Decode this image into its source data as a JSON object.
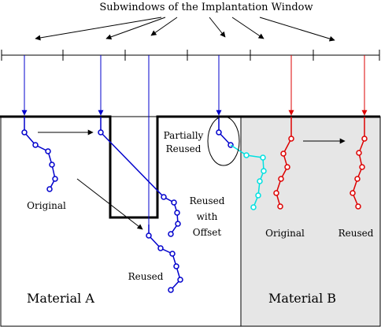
{
  "header": {
    "title": "Subwindows of the Implantation Window"
  },
  "labels": {
    "partially_reused_1": "Partially",
    "partially_reused_2": "Reused",
    "reused_offset_1": "Reused",
    "reused_offset_2": "with",
    "reused_offset_3": "Offset",
    "original_a": "Original",
    "reused_a": "Reused",
    "original_b": "Original",
    "reused_b": "Reused",
    "material_a": "Material A",
    "material_b": "Material B"
  },
  "colors": {
    "material_a_fill": "#ffffff",
    "material_b_fill": "#e6e6e6",
    "material_a_path": "#0000cc",
    "material_b_path": "#dd0000",
    "transition_path": "#00e0e0",
    "outline": "#000000"
  },
  "icons": {
    "event_marker": "small-hollow-circle",
    "flow_pointer": "arrow"
  }
}
